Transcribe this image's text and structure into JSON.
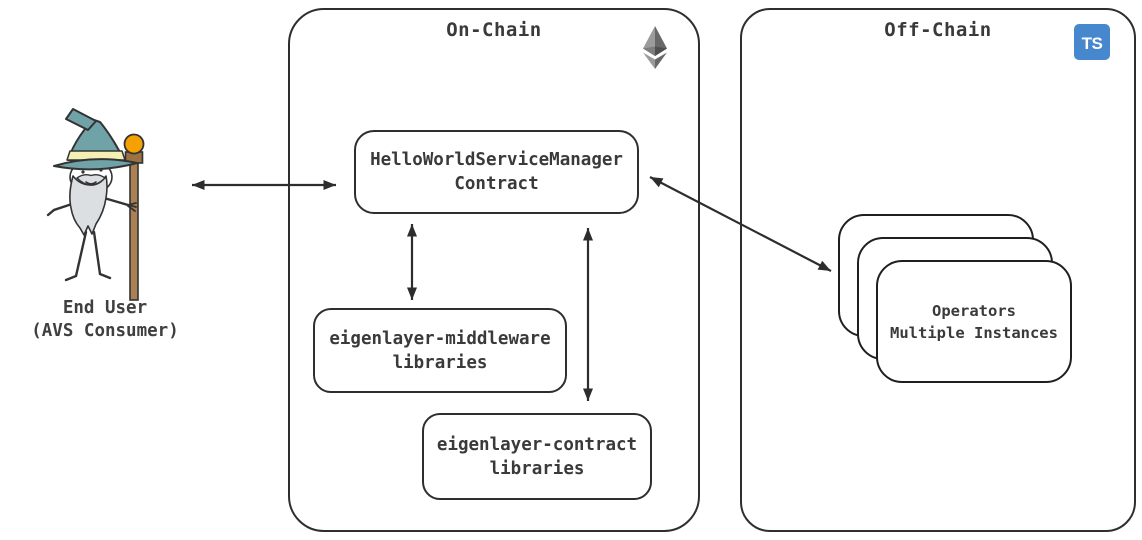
{
  "end_user": {
    "line1": "End User",
    "line2": "(AVS Consumer)"
  },
  "on_chain": {
    "title": "On-Chain",
    "service_manager": {
      "line1": "HelloWorldServiceManager",
      "line2": "Contract"
    },
    "middleware_lib": {
      "line1": "eigenlayer-middleware",
      "line2": "libraries"
    },
    "contract_lib": {
      "line1": "eigenlayer-contract",
      "line2": "libraries"
    }
  },
  "off_chain": {
    "title": "Off-Chain",
    "ts_label": "TS",
    "operators": {
      "line1": "Operators",
      "line2": "Multiple Instances"
    }
  },
  "icons": {
    "ethereum": "ethereum-icon",
    "typescript": "typescript-icon",
    "wizard": "wizard-end-user-illustration"
  },
  "colors": {
    "stroke": "#2e2e2e",
    "text": "#3a3a3a",
    "arrow": "#2d2d2d",
    "ts_blue": "#4687ce",
    "hat_teal": "#6fa3a8",
    "hat_band": "#f4f0b5",
    "staff_brown": "#ab8052",
    "orb_orange": "#f5a104",
    "beard_gray": "#dcdfe1",
    "eth_light": "#9b9b9b",
    "eth_dark": "#686868"
  }
}
